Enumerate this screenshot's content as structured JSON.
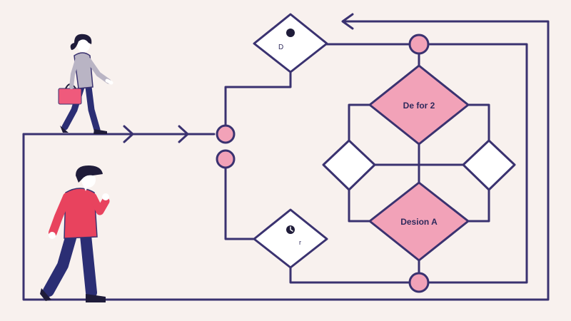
{
  "colors": {
    "background": "#f8f1ee",
    "line": "#3a3270",
    "accent_fill": "#f2a2b8",
    "accent_stroke": "#3a3270",
    "shirt_red": "#e8435e",
    "pants_navy": "#2b2e74",
    "hair": "#1f1c3a",
    "skin": "#ffffff",
    "bag": "#ef5a7c",
    "jacket_grey": "#b9b4c4"
  },
  "nodes": {
    "top_decision": {
      "label": "D"
    },
    "decision_top_center": {
      "label": "De for 2"
    },
    "decision_bottom_center": {
      "label": "Desion A"
    },
    "bottom_decision": {
      "label": "r"
    },
    "left_small_decision": {
      "label": ""
    },
    "right_small_decision": {
      "label": ""
    }
  },
  "icons": {
    "arrow_right": "chevron-right-arrow",
    "arrow_left": "arrow-left",
    "clock": "clock-icon",
    "dot": "dot-marker"
  }
}
